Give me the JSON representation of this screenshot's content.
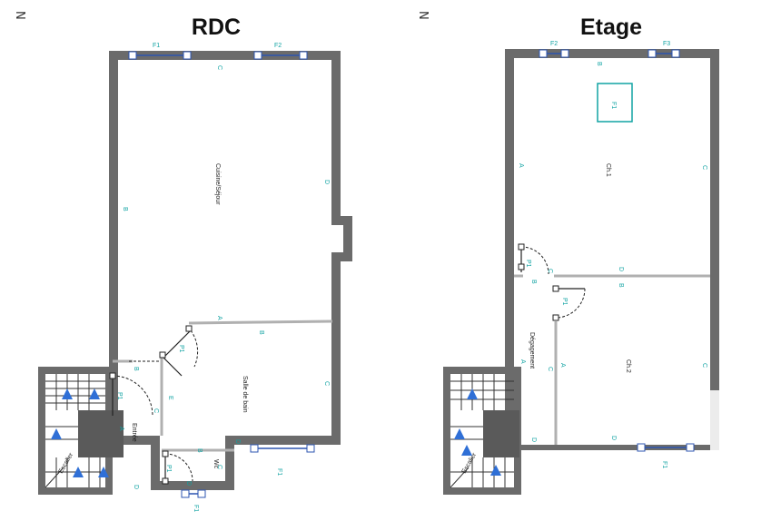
{
  "plans": {
    "rdc": {
      "title": "RDC",
      "compass": "N",
      "rooms": {
        "living": "Cuisine/Séjour",
        "bath": "Salle de bain",
        "entry": "Entrée",
        "wc": "Wc",
        "stair": "Escalier"
      },
      "walls": {
        "a": "A",
        "b": "B",
        "c": "C",
        "d": "D",
        "e": "E"
      },
      "windows": {
        "f1": "F1",
        "f2": "F2"
      },
      "doors": {
        "p1": "P1"
      }
    },
    "etage": {
      "title": "Etage",
      "compass": "N",
      "rooms": {
        "ch1": "Ch.1",
        "ch2": "Ch.2",
        "degagement": "Dégagement",
        "stair": "Escalier"
      },
      "walls": {
        "a": "A",
        "b": "B",
        "c": "C",
        "d": "D"
      },
      "windows": {
        "f1": "F1",
        "f2": "F2",
        "f3": "F3"
      },
      "doors": {
        "p1": "P1"
      }
    }
  },
  "colors": {
    "wall": "#6b6b6b",
    "partition": "#b0b0b0",
    "label": "#11a3a3",
    "window": "#2c54b0",
    "arrow": "#2f6fd6"
  },
  "icons": {
    "compass": "north-arrow-icon",
    "stair_arrow": "stair-arrow-icon"
  }
}
